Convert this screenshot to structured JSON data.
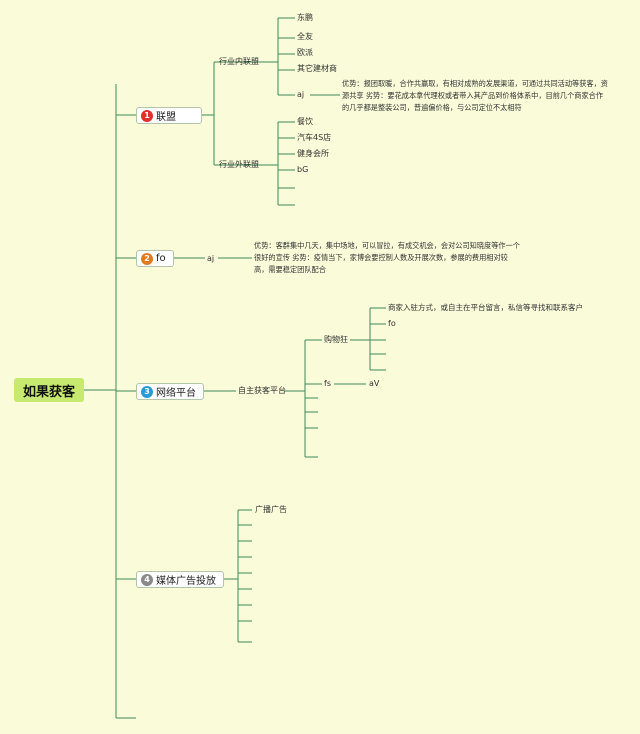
{
  "root": "如果获客",
  "branches": [
    {
      "num": "1",
      "label": "联盟",
      "color": "#e0312d"
    },
    {
      "num": "2",
      "label": "fo",
      "color": "#e07a22"
    },
    {
      "num": "3",
      "label": "网络平台",
      "color": "#2a9ad6"
    },
    {
      "num": "4",
      "label": "媒体广告投放",
      "color": "#8a8a8a"
    }
  ],
  "alliance": {
    "industry_in": "行业内联盟",
    "in_items": [
      "东鹏",
      "全友",
      "欧派",
      "其它建材商",
      "aj"
    ],
    "aj_text": "优势：报团取暖，合作共赢取，有相对成熟的发展渠道，可通过共同活动等获客，资源共享 劣势：要花成本拿代理权或者带入其产品到价格体系中，目前几个商家合作的几乎都是整装公司，普遍偏价格，与公司定位不太相符",
    "industry_out": "行业外联盟",
    "out_items": [
      "餐饮",
      "汽车4S店",
      "健身会所",
      "bG"
    ]
  },
  "fo": {
    "child": "aj",
    "text": "优势：客群集中几天，集中场地，可以冒拉，有成交机会，会对公司知晓度等作一个很好的宣传 劣势：疫情当下，家博会要控制人数及开展次数，参展的费用相对较高，需要稳定团队配合"
  },
  "network": {
    "child": "自主获客平台",
    "shop": "购物狂",
    "shop_items": [
      "商家入驻方式，或自主在平台留言，私信等寻找和联系客户",
      "fo"
    ],
    "fs": "fs",
    "av": "aV"
  },
  "media": {
    "items": [
      "广播广告"
    ]
  }
}
